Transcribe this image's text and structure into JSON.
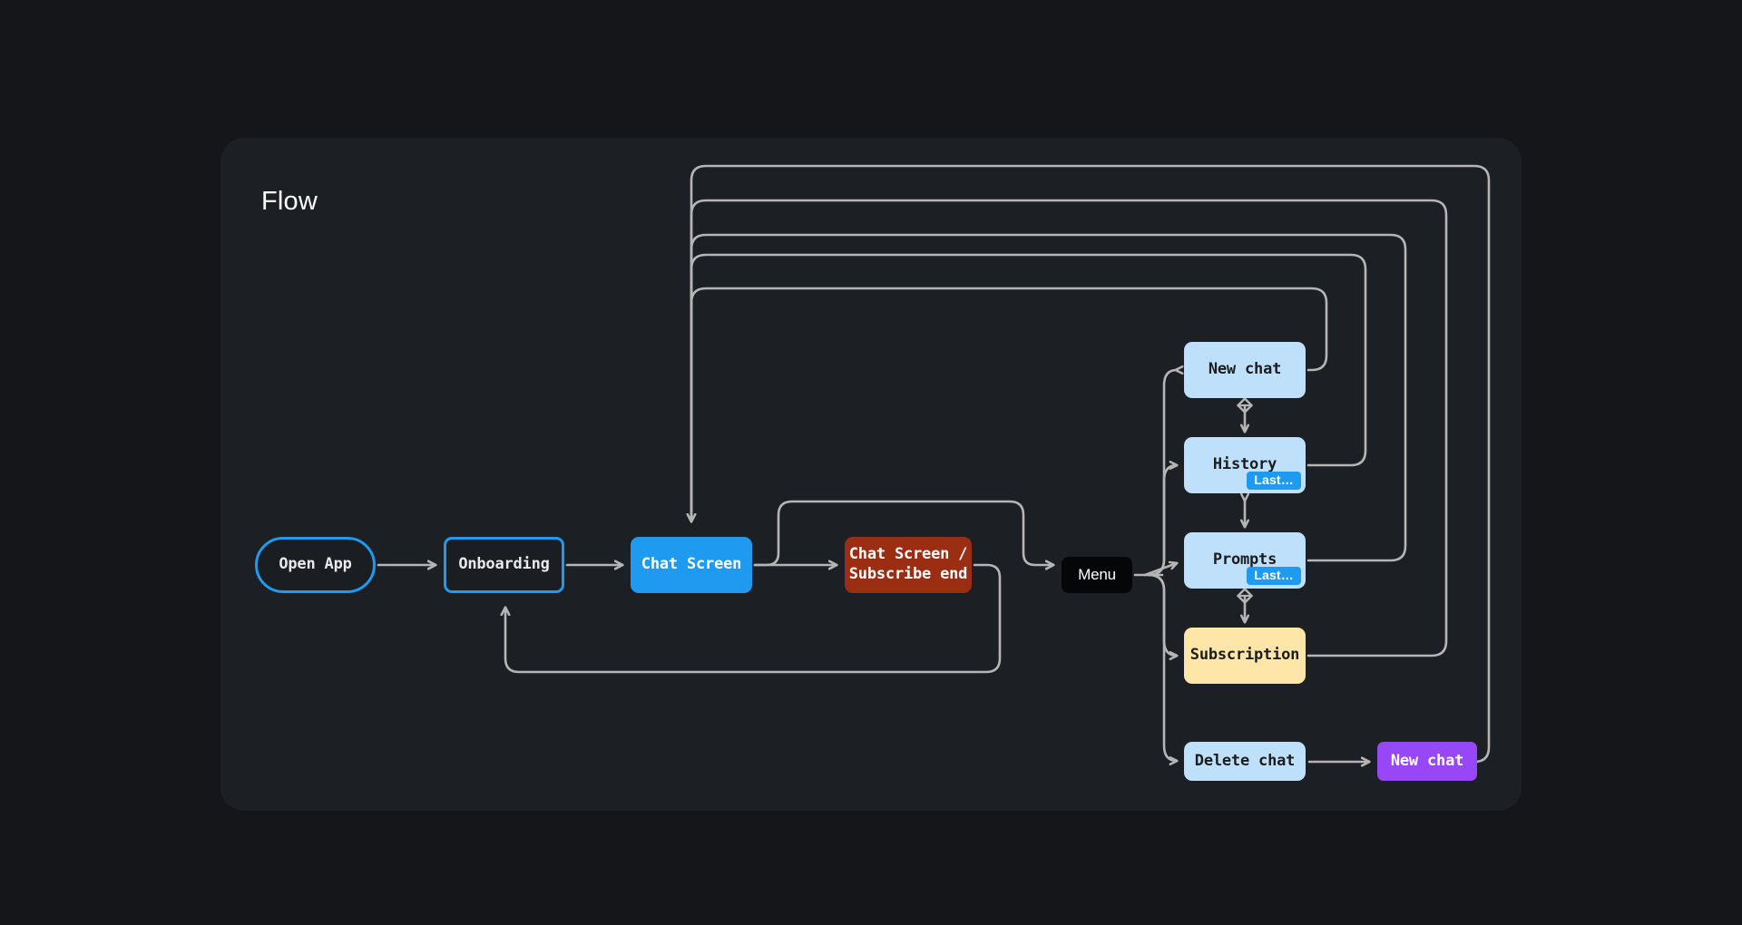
{
  "panel": {
    "title": "Flow",
    "background": "#1C1F24",
    "page_background": "#141619"
  },
  "colors": {
    "accent_blue": "#1E9BF0",
    "light_blue": "#BFE0FB",
    "red": "#9B2D12",
    "yellow": "#FDE6A7",
    "purple": "#9747F5",
    "menu_black": "#050608",
    "edge_gray": "#B5B5B5",
    "node_dark_fill": "#1A1D21"
  },
  "nodes": {
    "open_app": {
      "label": "Open App",
      "shape": "pill",
      "style": "outline-blue"
    },
    "onboarding": {
      "label": "Onboarding",
      "shape": "rounded-rect",
      "style": "outline-blue"
    },
    "chat_screen": {
      "label": "Chat Screen",
      "shape": "rounded-rect",
      "style": "filled-blue"
    },
    "subscribe_end": {
      "label": "Chat Screen /\nSubscribe end",
      "line1": "Chat Screen /",
      "line2": "Subscribe end",
      "shape": "rounded-rect",
      "style": "filled-red"
    },
    "menu": {
      "label": "Menu",
      "shape": "rounded-rect",
      "style": "filled-black"
    },
    "new_chat": {
      "label": "New chat",
      "shape": "rounded-rect",
      "style": "filled-light-blue"
    },
    "history": {
      "label": "History",
      "badge": "Last…",
      "shape": "rounded-rect",
      "style": "filled-light-blue"
    },
    "prompts": {
      "label": "Prompts",
      "badge": "Last…",
      "shape": "rounded-rect",
      "style": "filled-light-blue"
    },
    "subscription": {
      "label": "Subscription",
      "shape": "rounded-rect",
      "style": "filled-yellow"
    },
    "delete_chat": {
      "label": "Delete chat",
      "shape": "rounded-rect",
      "style": "filled-light-blue"
    },
    "new_chat_result": {
      "label": "New chat",
      "shape": "rounded-rect",
      "style": "filled-purple"
    }
  },
  "edges": [
    {
      "from": "open_app",
      "to": "onboarding",
      "type": "arrow"
    },
    {
      "from": "onboarding",
      "to": "chat_screen",
      "type": "arrow"
    },
    {
      "from": "chat_screen",
      "to": "subscribe_end",
      "type": "arrow"
    },
    {
      "from": "chat_screen",
      "to": "menu",
      "type": "bypass-arc-arrow"
    },
    {
      "from": "subscribe_end",
      "to": "onboarding",
      "type": "loop-back-arrow"
    },
    {
      "from": "menu",
      "to": "new_chat",
      "type": "fanout-arrow"
    },
    {
      "from": "menu",
      "to": "history",
      "type": "fanout-arrow"
    },
    {
      "from": "menu",
      "to": "prompts",
      "type": "fanout-arrow"
    },
    {
      "from": "menu",
      "to": "subscription",
      "type": "fanout-arrow"
    },
    {
      "from": "menu",
      "to": "delete_chat",
      "type": "fanout-arrow"
    },
    {
      "from": "delete_chat",
      "to": "new_chat_result",
      "type": "arrow"
    },
    {
      "from": "new_chat",
      "to": "chat_screen",
      "type": "return-path"
    },
    {
      "from": "history",
      "to": "chat_screen",
      "type": "return-path"
    },
    {
      "from": "prompts",
      "to": "chat_screen",
      "type": "return-path"
    },
    {
      "from": "subscription",
      "to": "chat_screen",
      "type": "return-path"
    },
    {
      "from": "new_chat_result",
      "to": "chat_screen",
      "type": "return-path"
    },
    {
      "from": "new_chat",
      "to": "history",
      "type": "bidirectional-diamond"
    },
    {
      "from": "history",
      "to": "prompts",
      "type": "bidirectional"
    },
    {
      "from": "prompts",
      "to": "subscription",
      "type": "bidirectional-diamond"
    }
  ]
}
